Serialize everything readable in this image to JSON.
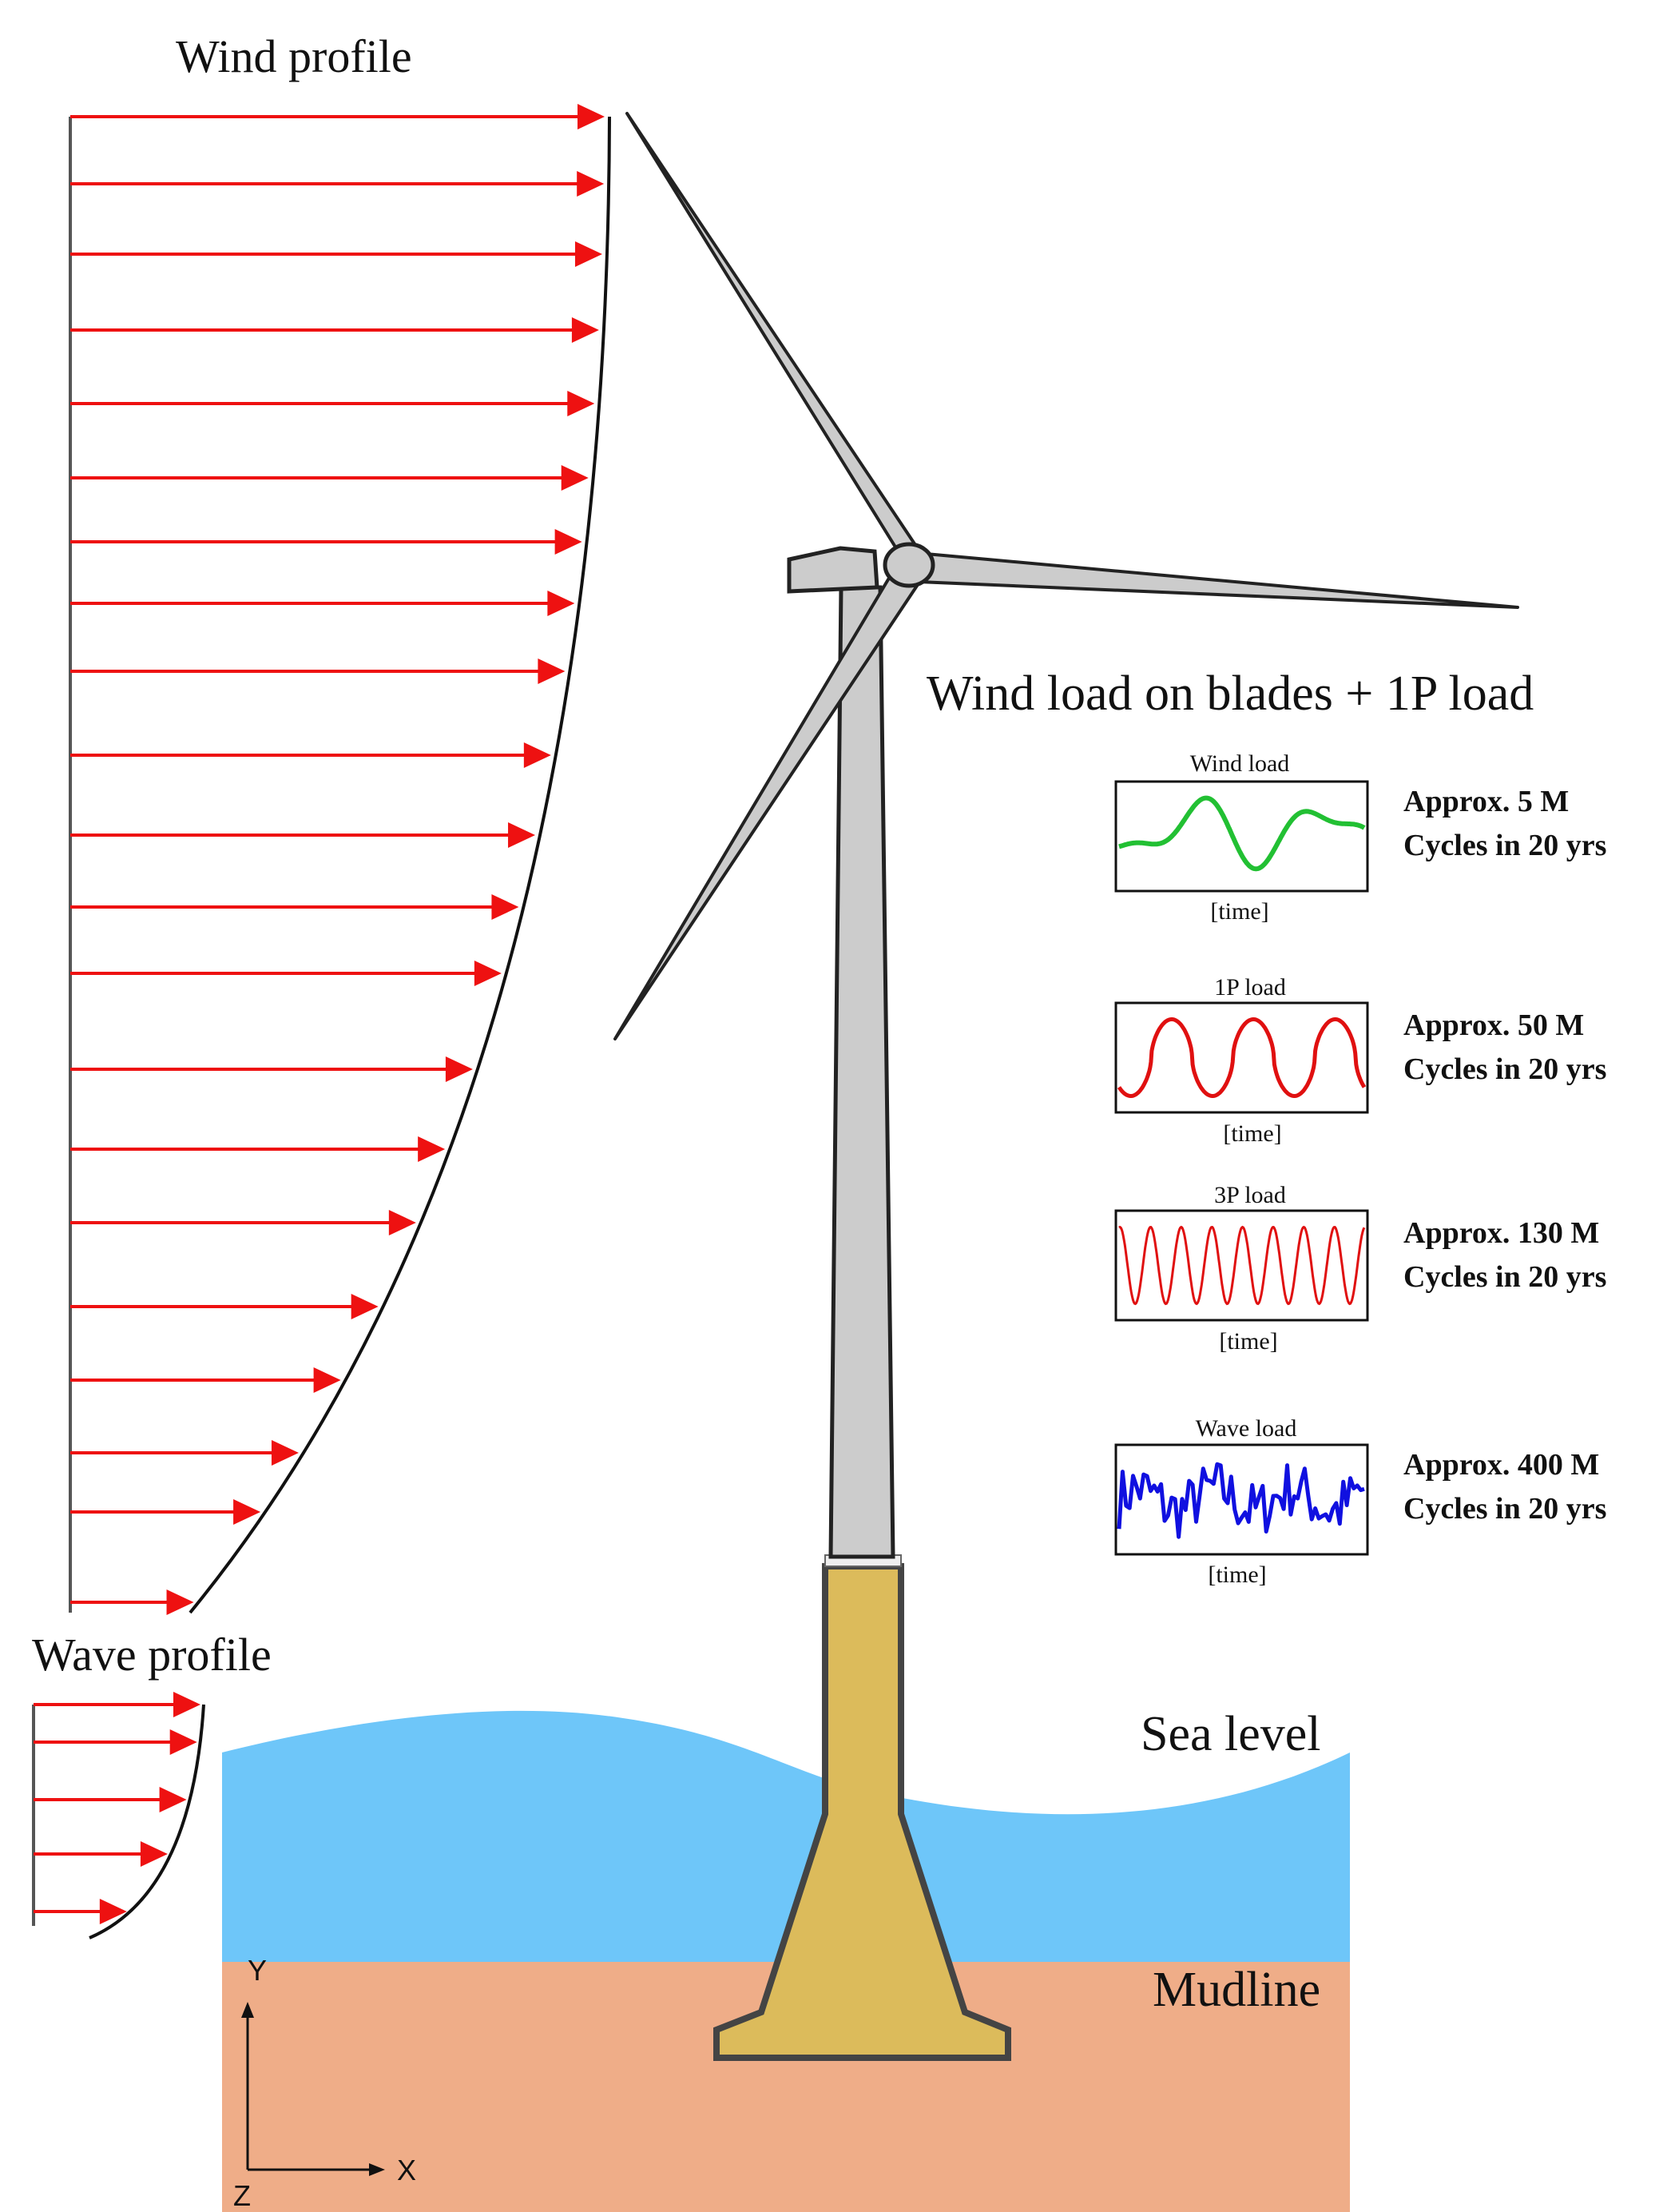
{
  "labels": {
    "wind_profile": "Wind profile",
    "wave_profile": "Wave profile",
    "sea_level": "Sea level",
    "mudline": "Mudline",
    "loads_heading": "Wind load on blades + 1P load"
  },
  "axes": {
    "y": "Y",
    "x": "X",
    "z": "Z"
  },
  "load_panels": [
    {
      "title": "Wind load",
      "xlabel": "[time]",
      "cycles_line1": "Approx. 5 M",
      "cycles_line2": "Cycles in 20 yrs",
      "color": "#22c033",
      "signal": "wind"
    },
    {
      "title": "1P load",
      "xlabel": "[time]",
      "cycles_line1": "Approx. 50 M",
      "cycles_line2": "Cycles in 20 yrs",
      "color": "#e01010",
      "signal": "1p"
    },
    {
      "title": "3P load",
      "xlabel": "[time]",
      "cycles_line1": "Approx. 130 M",
      "cycles_line2": "Cycles in 20 yrs",
      "color": "#e01010",
      "signal": "3p"
    },
    {
      "title": "Wave load",
      "xlabel": "[time]",
      "cycles_line1": "Approx. 400 M",
      "cycles_line2": "Cycles in 20 yrs",
      "color": "#1010e0",
      "signal": "wave"
    }
  ],
  "colors": {
    "arrow": "#ee1111",
    "sea": "#6ec6f9",
    "soil": "#efad88",
    "tower": "#cccccc",
    "foundation": "#dcbb5b",
    "outline": "#333333"
  }
}
